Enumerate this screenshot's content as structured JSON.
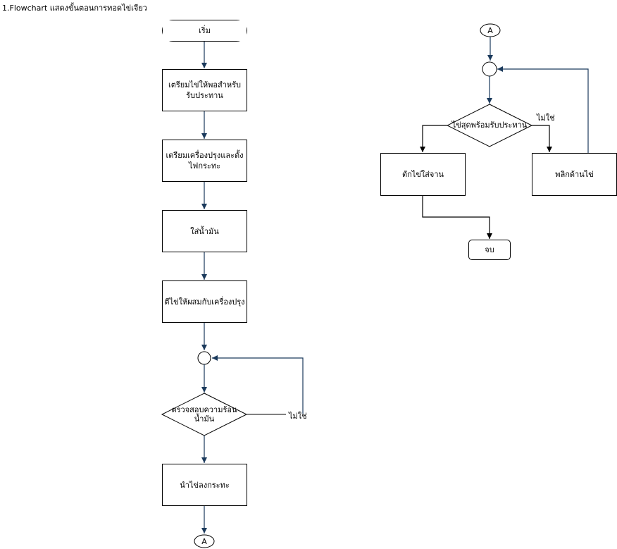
{
  "title": "1.Flowchart แสดงขั้นตอนการทอดไข่เจียว",
  "colors": {
    "arrow": "#1b3a5c",
    "stroke": "#000000",
    "fill": "#ffffff"
  },
  "left_flow": {
    "start": "เริ่ม",
    "step1": "เตรียมไข่ให้พอสำหรับรับประทาน",
    "step2": "เตรียมเครื่องปรุงและตั้งไฟกระทะ",
    "step3": "ใส่น้ำมัน",
    "step4": "ตีไข่ให้ผสมกับเครื่องปรุง",
    "decision": "ตรวจสอบความร้อนน้ำมัน",
    "no_label": "ไม่ใช่",
    "step5": "นำไข่ลงกระทะ",
    "connector": "A"
  },
  "right_flow": {
    "connector": "A",
    "decision": "ไข่สุดพร้อมรับประทาน",
    "no_label": "ไม่ใช่",
    "yes_step": "ตักไข่ใส่จาน",
    "no_step": "พลิกด้านไข่",
    "end": "จบ"
  }
}
